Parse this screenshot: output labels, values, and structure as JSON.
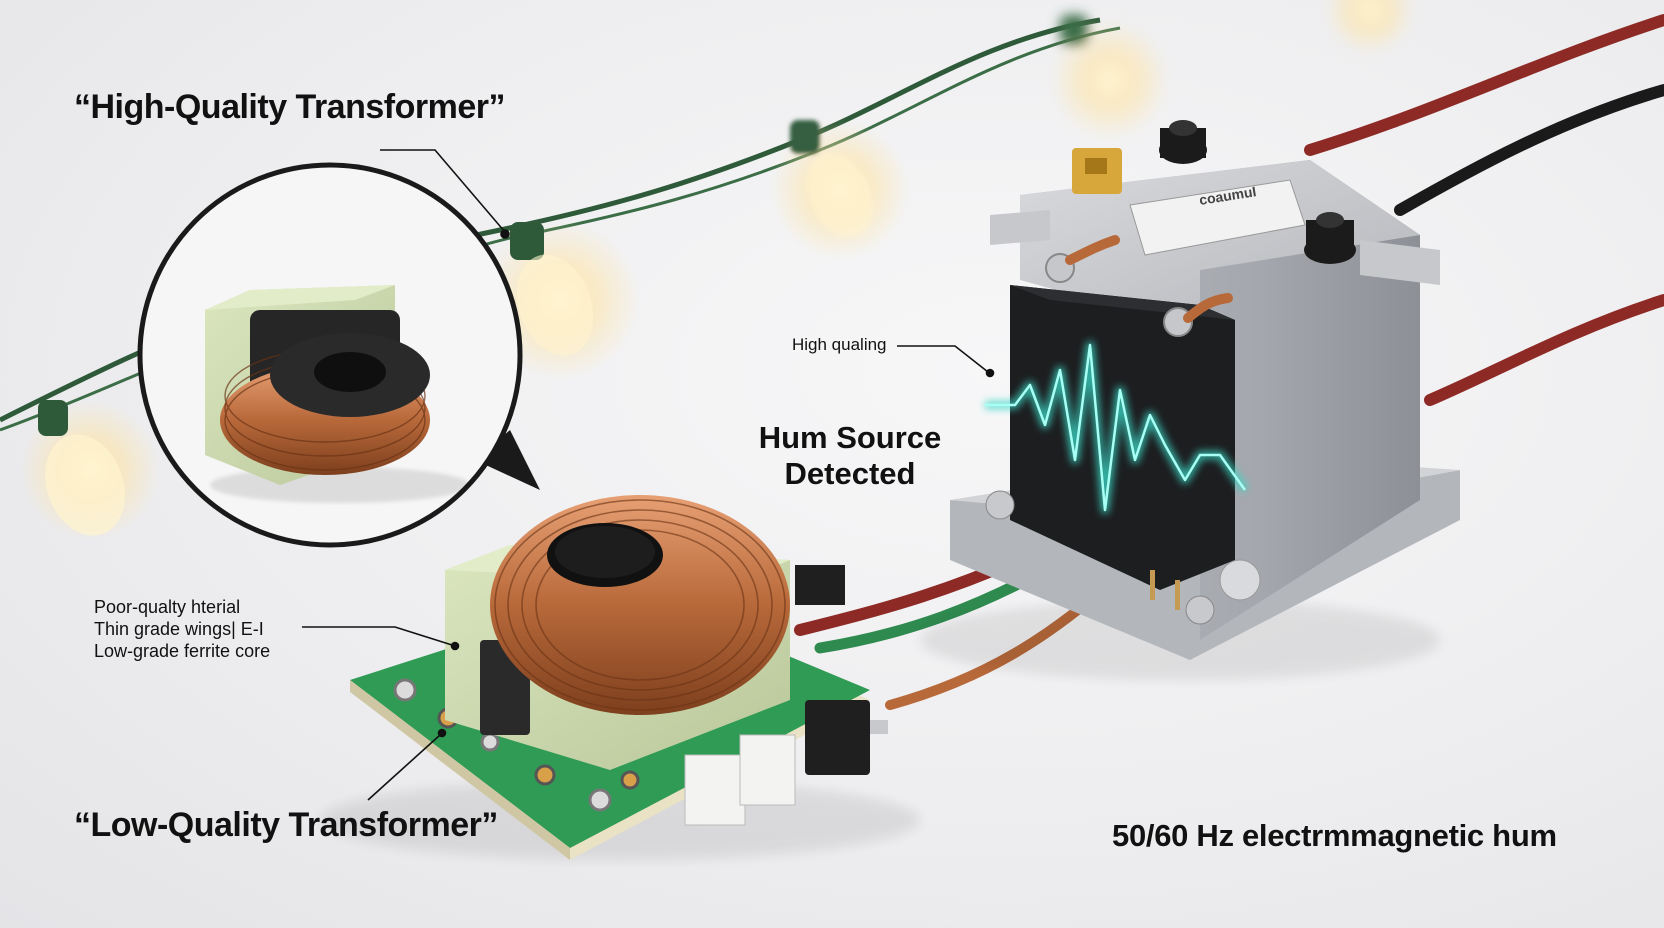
{
  "labels": {
    "high_quality": "“High-Quality Transformer”",
    "low_quality": "“Low-Quality Transformer”",
    "hq_small": "High qualing",
    "hum_source_line1": "Hum Source",
    "hum_source_line2": "Detected",
    "spec_line1": "Poor-qualty hterial",
    "spec_line2": "Thin grade wings| E-I",
    "spec_line3": "Low-grade ferrite core",
    "hum_caption": "50/60 Hz electrmmagnetic hum",
    "device_plate": "coaumuI"
  },
  "colors": {
    "background": "#efeff1",
    "copper": "#b8693a",
    "pcb": "#2f9b55",
    "bobbin": "#cfdcb0",
    "wire_red": "#9b2f2a",
    "wire_green": "#2f8a4f",
    "wire_black": "#1a1a1a",
    "waveform": "#7ff3e7",
    "bulb_glow": "#ffe7a8",
    "light_string": "#2e5a3a"
  },
  "icons": [
    "light-bulb-icon",
    "copper-coil-icon",
    "waveform-icon"
  ]
}
